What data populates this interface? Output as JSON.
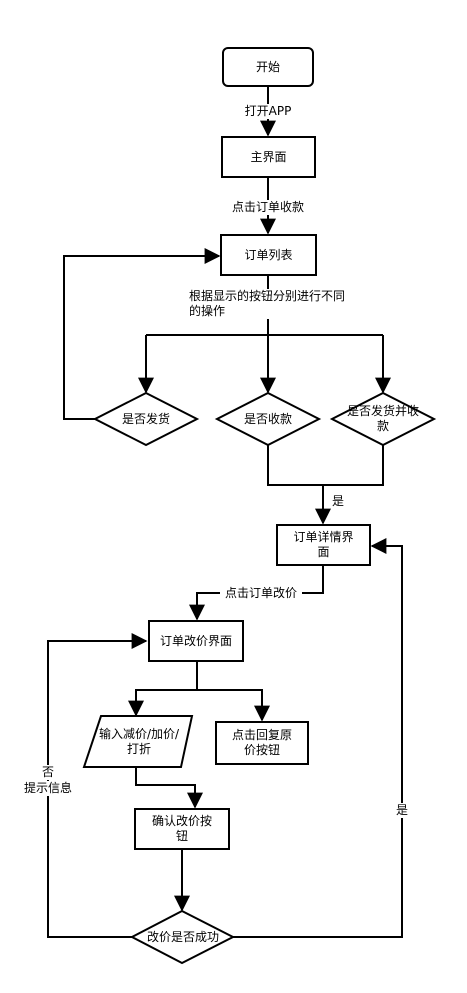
{
  "nodes": {
    "start": "开始",
    "main": "主界面",
    "order_list": "订单列表",
    "d_ship": "是否发货",
    "d_receive": "是否收款",
    "d_ship_receive": "是否发货并收款",
    "order_detail": "订单详情界面",
    "price_edit": "订单改价界面",
    "input_discount": "输入减价/加价/打折",
    "restore_price": "点击回复原价按钮",
    "confirm_price": "确认改价按钮",
    "d_success": "改价是否成功"
  },
  "edges": {
    "open_app": "打开APP",
    "click_order": "点击订单收款",
    "by_button": "根据显示的按钮分别进行不同的操作",
    "yes_detail": "是",
    "click_edit": "点击订单改价",
    "no": "否",
    "prompt": "提示信息",
    "yes_back": "是"
  }
}
